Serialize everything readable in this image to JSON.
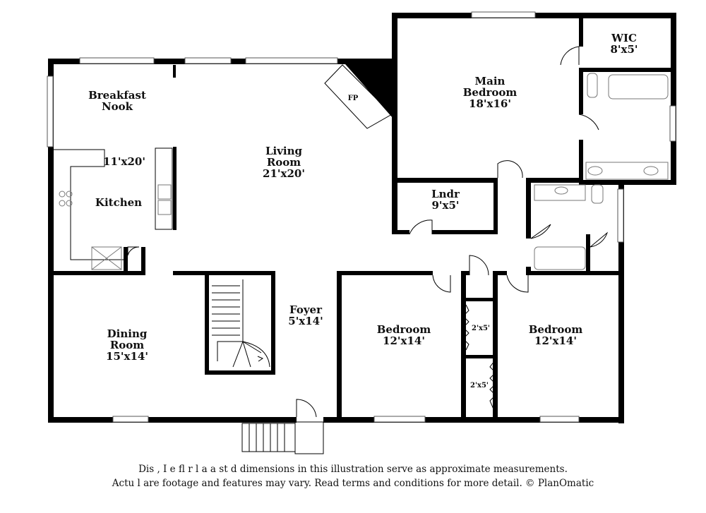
{
  "rooms": {
    "breakfast_nook": {
      "line1": "Breakfast",
      "line2": "Nook"
    },
    "kitchen": {
      "name": "Kitchen",
      "dim": "11'x20'"
    },
    "living_room": {
      "line1": "Living",
      "line2": "Room",
      "dim": "21'x20'"
    },
    "fireplace": {
      "name": "FP"
    },
    "main_bedroom": {
      "line1": "Main",
      "line2": "Bedroom",
      "dim": "18'x16'"
    },
    "wic": {
      "name": "WIC",
      "dim": "8'x5'"
    },
    "laundry": {
      "name": "Lndr",
      "dim": "9'x5'"
    },
    "dining_room": {
      "line1": "Dining",
      "line2": "Room",
      "dim": "15'x14'"
    },
    "foyer": {
      "name": "Foyer",
      "dim": "5'x14'"
    },
    "bedroom_2": {
      "name": "Bedroom",
      "dim": "12'x14'"
    },
    "bedroom_3": {
      "name": "Bedroom",
      "dim": "12'x14'"
    },
    "closet_1": {
      "dim": "2'x5'"
    },
    "closet_2": {
      "dim": "2'x5'"
    }
  },
  "disclaimer": {
    "line1": "Dis       ,      I e fl   r  l  a   a   st   d dimensions in this illustration serve as approximate measurements.",
    "line2": "Actu    l     are footage and features may vary. Read terms and conditions for more detail. © PlanOmatic"
  },
  "colors": {
    "wall": "#000000",
    "background": "#ffffff",
    "fixture": "#777777"
  }
}
